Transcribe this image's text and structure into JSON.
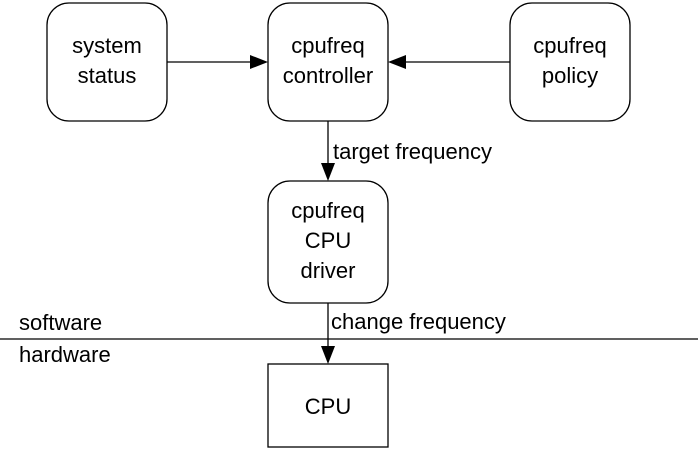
{
  "nodes": {
    "system_status": {
      "lines": [
        "system",
        "status"
      ]
    },
    "controller": {
      "lines": [
        "cpufreq",
        "controller"
      ]
    },
    "policy": {
      "lines": [
        "cpufreq",
        "policy"
      ]
    },
    "driver": {
      "lines": [
        "cpufreq",
        "CPU",
        "driver"
      ]
    },
    "cpu": {
      "lines": [
        "CPU"
      ]
    }
  },
  "edges": {
    "target": "target  frequency",
    "change": "change frequency"
  },
  "zones": {
    "software": "software",
    "hardware": "hardware"
  }
}
